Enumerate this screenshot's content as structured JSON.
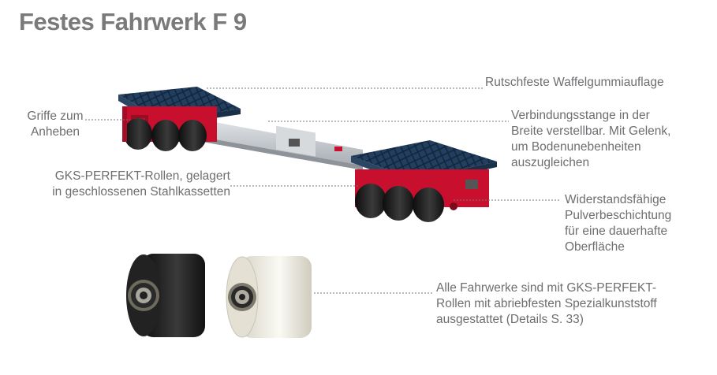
{
  "title": "Festes Fahrwerk F 9",
  "labels": {
    "rutschfest": "Rutschfeste Waffelgummiauflage",
    "griffe_line1": "Griffe zum",
    "griffe_line2": "Anheben",
    "verbindung_line1": "Verbindungsstange in der",
    "verbindung_line2": "Breite verstellbar. Mit Gelenk,",
    "verbindung_line3": "um Bodenunebenheiten",
    "verbindung_line4": "auszugleichen",
    "gks_line1": "GKS-PERFEKT-Rollen, gelagert",
    "gks_line2": "in geschlossenen Stahlkassetten",
    "widerstand_line1": "Widerstandsfähige",
    "widerstand_line2": "Pulverbeschichtung",
    "widerstand_line3": "für eine dauerhafte",
    "widerstand_line4": "Oberfläche",
    "rollen_line1": "Alle Fahrwerke sind mit GKS-PERFEKT-",
    "rollen_line2": "Rollen mit abriebfesten Spezialkunststoff",
    "rollen_line3": "ausgestattet (Details S. 33)"
  },
  "colors": {
    "frame_red": "#c8102e",
    "pad_blue": "#1f3a5a",
    "bar_grey": "#c9cdd2",
    "roller_black": "#1a1a1a",
    "roller_white": "#efede4",
    "text_grey": "#6d6e71"
  }
}
